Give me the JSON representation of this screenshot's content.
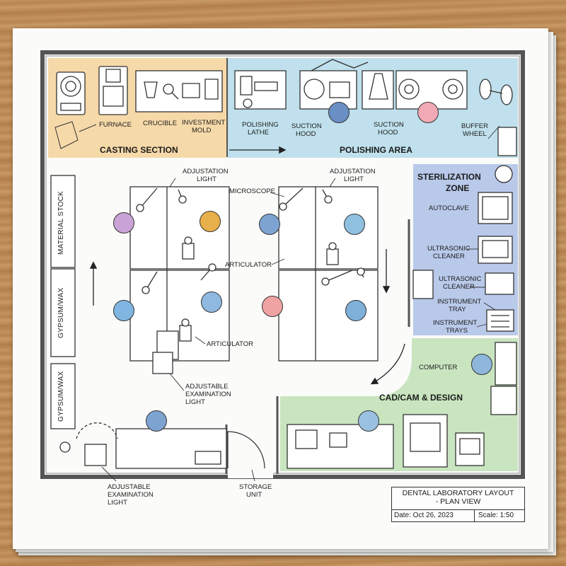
{
  "title": {
    "line1": "DENTAL LABORATORY LAYOUT",
    "line2": "- PLAN VIEW",
    "date": "Date: Oct 26, 2023",
    "scale": "Scale: 1:50"
  },
  "zones": {
    "casting": {
      "title": "CASTING SECTION",
      "color": "#f6d9a9"
    },
    "polishing": {
      "title": "POLISHING AREA",
      "color": "#bfe0ec"
    },
    "sterilization": {
      "title_line1": "STERILIZATION",
      "title_line2": "ZONE",
      "color": "#b9c9ea"
    },
    "cadcam": {
      "title": "CAD/CAM & DESIGN",
      "color": "#c9e5c0"
    }
  },
  "labels": {
    "furnace": "FURNACE",
    "crucible": "CRUCIBLE",
    "investment_mold_1": "INVESTMENT",
    "investment_mold_2": "MOLD",
    "polishing_lathe_1": "POLISHING",
    "polishing_lathe_2": "LATHE",
    "suction_hood_a_1": "SUCTION",
    "suction_hood_a_2": "HOOD",
    "suction_hood_b_1": "SUCTION",
    "suction_hood_b_2": "HOOD",
    "buffer_wheel_1": "BUFFER",
    "buffer_wheel_2": "WHEEL",
    "adj_light_a_1": "ADJUSTATION",
    "adj_light_a_2": "LIGHT",
    "adj_light_b_1": "ADJUSTATION",
    "adj_light_b_2": "LIGHT",
    "microscope": "MICROSCOPE",
    "articulator_a": "ARTICULATOR",
    "articulator_b": "ARTICULATOR",
    "adj_exam_light_a_1": "ADJUSTABLE",
    "adj_exam_light_a_2": "EXAMINATION",
    "adj_exam_light_a_3": "LIGHT",
    "adj_exam_light_b_1": "ADJUSTABLE",
    "adj_exam_light_b_2": "EXAMINATION",
    "adj_exam_light_b_3": "LIGHT",
    "storage_unit_1": "STORAGE",
    "storage_unit_2": "UNIT",
    "autoclave": "AUTOCLAVE",
    "ultrasonic_a_1": "ULTRASONIC",
    "ultrasonic_a_2": "CLEANER",
    "ultrasonic_b_1": "ULTRASONIC",
    "ultrasonic_b_2": "CLEANER",
    "instrument_tray_1": "INSTRUMENT",
    "instrument_tray_2": "TRAY",
    "instrument_trays_1": "INSTRUMENT",
    "instrument_trays_2": "TRAYS",
    "computer": "COMPUTER",
    "material_stock": "MATERIAL STOCK",
    "gypsum_wax_1": "GYPSUM/WAX",
    "gypsum_wax_2": "GYPSUM/WAX"
  },
  "people_colors": [
    "#c9a3d6",
    "#e8b04a",
    "#7da3d1",
    "#8fc0e0",
    "#7fb5e0",
    "#f0a3a3",
    "#8fb9e0",
    "#7fb0d8",
    "#6a8fc5",
    "#9ac1df",
    "#f2a9b6",
    "#8fb7dc"
  ]
}
